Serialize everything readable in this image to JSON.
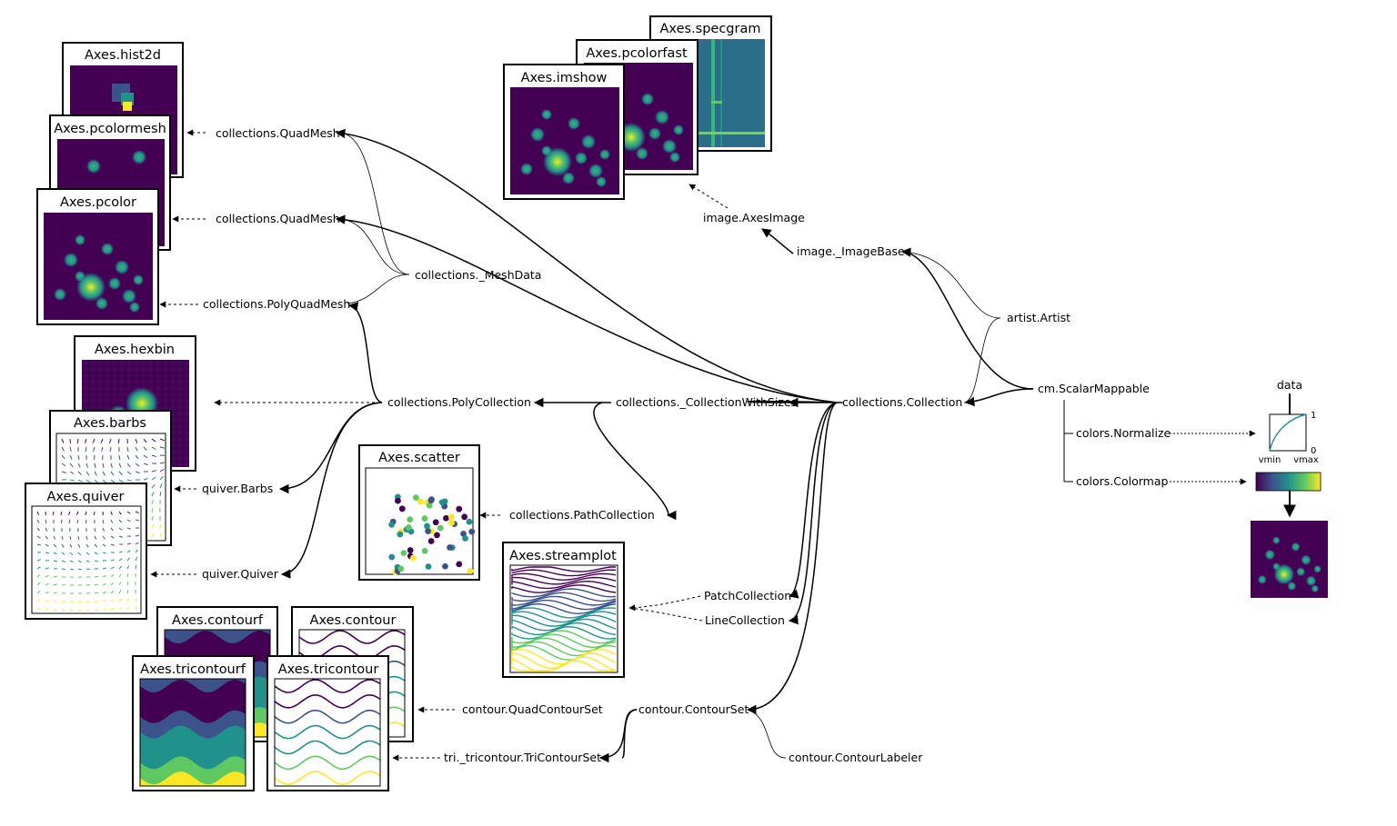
{
  "panels": {
    "hist2d": "Axes.hist2d",
    "pcolormesh": "Axes.pcolormesh",
    "pcolor": "Axes.pcolor",
    "hexbin": "Axes.hexbin",
    "barbs": "Axes.barbs",
    "quiver": "Axes.quiver",
    "scatter": "Axes.scatter",
    "streamplot": "Axes.streamplot",
    "contourf": "Axes.contourf",
    "contour": "Axes.contour",
    "tricontourf": "Axes.tricontourf",
    "tricontour": "Axes.tricontour",
    "imshow": "Axes.imshow",
    "pcolorfast": "Axes.pcolorfast",
    "specgram": "Axes.specgram"
  },
  "classes": {
    "quadmesh_1": "collections.QuadMesh",
    "quadmesh_2": "collections.QuadMesh",
    "polyquadmesh": "collections.PolyQuadMesh",
    "meshdata": "collections._MeshData",
    "polycollection": "collections.PolyCollection",
    "collectionwithsizes": "collections._CollectionWithSizes",
    "collection": "collections.Collection",
    "barbs": "quiver.Barbs",
    "quiver": "quiver.Quiver",
    "pathcollection": "collections.PathCollection",
    "patchcollection": "PatchCollection",
    "linecollection": "LineCollection",
    "quadcontourset": "contour.QuadContourSet",
    "tricontourset": "tri._tricontour.TriContourSet",
    "contourset": "contour.ContourSet",
    "contourlabeler": "contour.ContourLabeler",
    "axesimage": "image.AxesImage",
    "imagebase": "image._ImageBase",
    "artist": "artist.Artist",
    "scalarmappable": "cm.ScalarMappable",
    "normalize": "colors.Normalize",
    "colormap": "colors.Colormap"
  },
  "norm_widget": {
    "data_label": "data",
    "y_top": "1",
    "y_bottom": "0",
    "vmin": "vmin",
    "vmax": "vmax"
  },
  "colors": {
    "viridis": [
      "#440154",
      "#3b528b",
      "#21918c",
      "#5ec962",
      "#fde725"
    ],
    "norm_curve": "#21918c"
  }
}
